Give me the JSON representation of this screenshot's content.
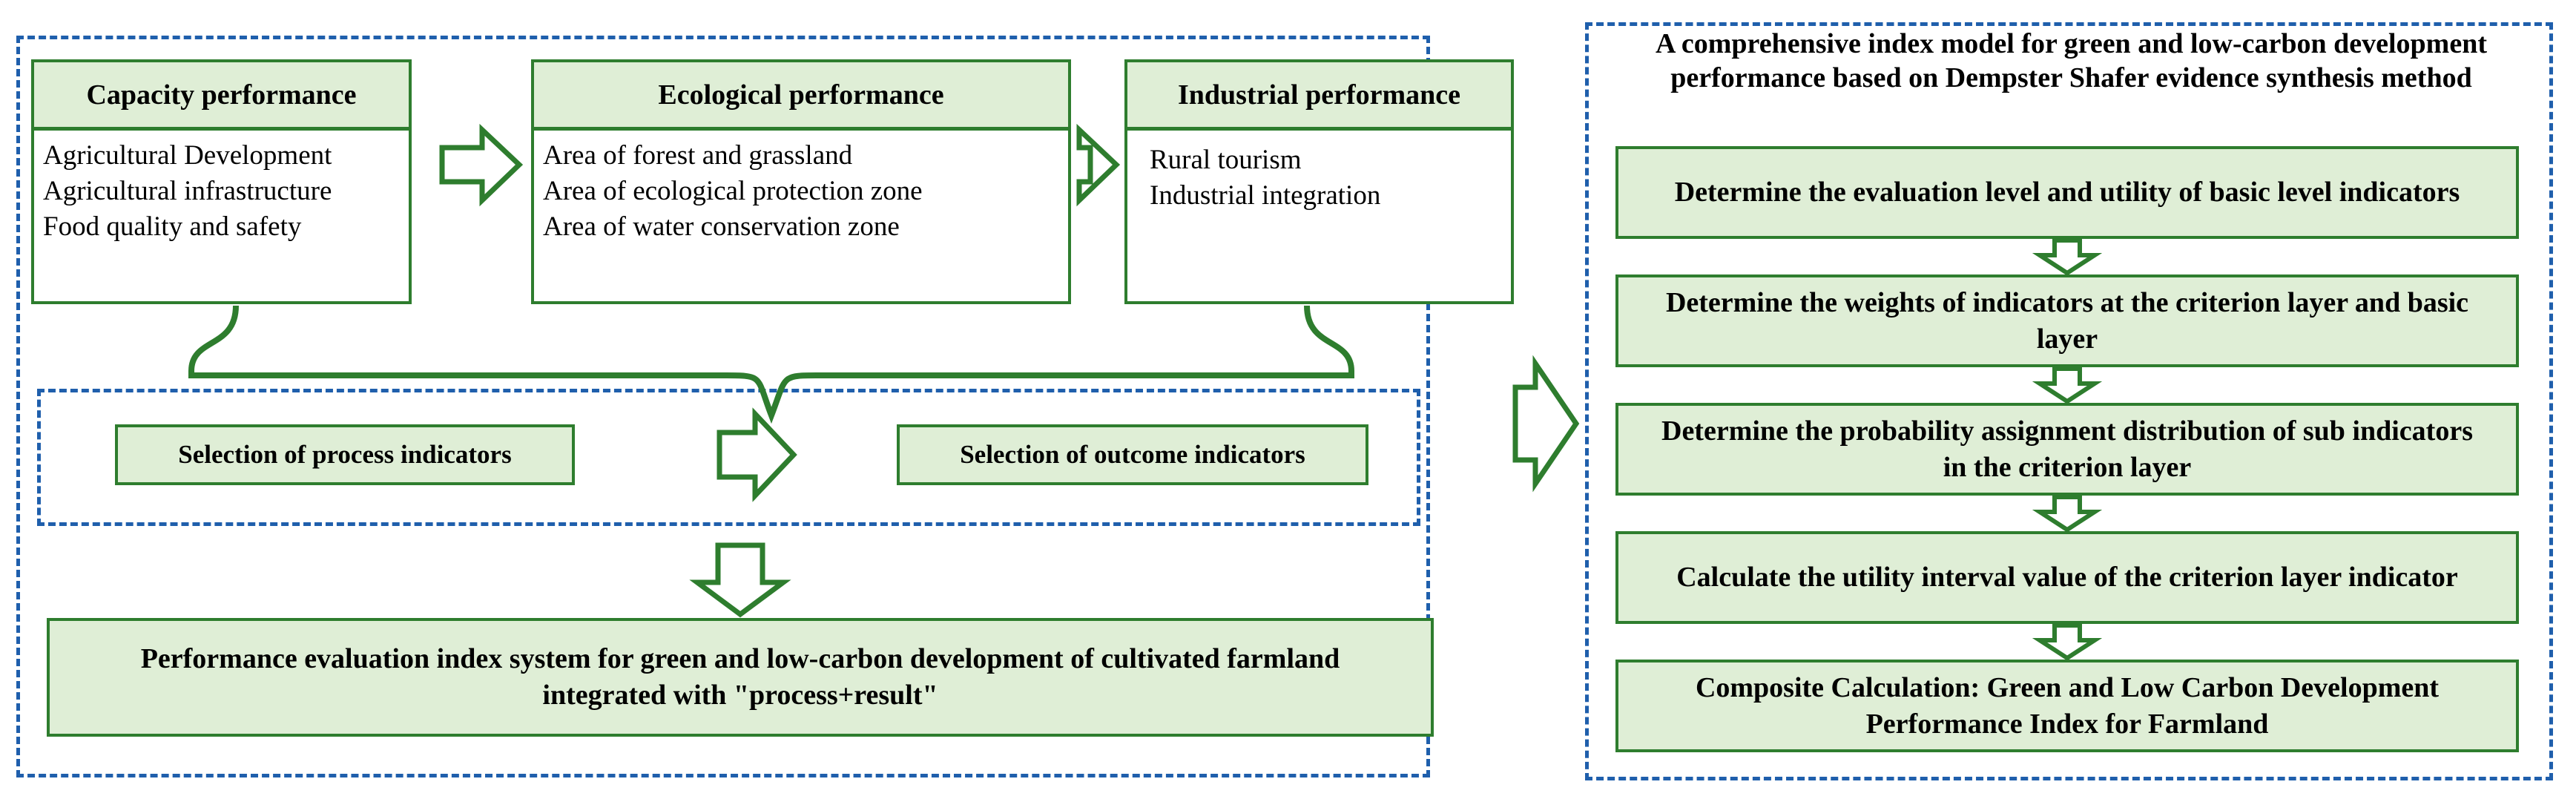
{
  "left_panel": {
    "name": "performance-index-system-panel",
    "cards": [
      {
        "title": "Capacity performance",
        "items": [
          "Agricultural Development",
          "Agricultural infrastructure",
          "Food quality and safety"
        ]
      },
      {
        "title": "Ecological performance",
        "items": [
          "Area of forest and grassland",
          "Area of ecological protection zone",
          "Area of water conservation zone"
        ]
      },
      {
        "title": "Industrial performance",
        "items": [
          "Rural tourism",
          "Industrial integration"
        ]
      }
    ],
    "selection": {
      "process_label": "Selection of process indicators",
      "outcome_label": "Selection of outcome indicators"
    },
    "result_box": "Performance evaluation index system for green and low-carbon development of cultivated farmland integrated with \"process+result\""
  },
  "right_panel": {
    "title": "A comprehensive index model for green and low-carbon development performance based on Dempster Shafer evidence synthesis method",
    "steps": [
      "Determine the evaluation level and utility of basic level indicators",
      "Determine the weights of indicators at the criterion layer and basic layer",
      "Determine the probability assignment distribution of sub indicators in the criterion layer",
      "Calculate the utility interval value of the criterion layer indicator",
      "Composite Calculation: Green and Low Carbon Development Performance Index for Farmland"
    ]
  },
  "colors": {
    "box_fill": "#dfeed6",
    "box_border": "#2e7d2e",
    "panel_border": "#1f5fac",
    "arrow_stroke": "#2e7d2e",
    "text": "#000000"
  },
  "icons": {
    "arrow_right": "right-arrow-icon",
    "arrow_down": "down-arrow-icon",
    "brace": "curly-brace-connector-icon"
  }
}
